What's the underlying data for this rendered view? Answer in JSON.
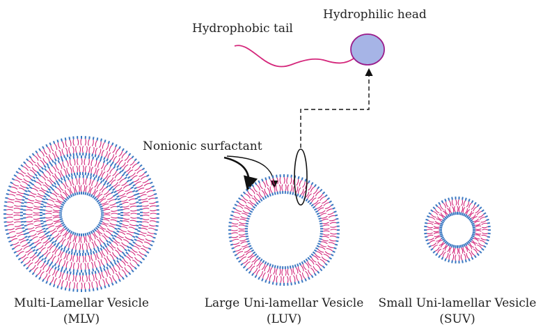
{
  "labels": {
    "hydrophobic_tail": "Hydrophobic tail",
    "hydrophilic_head": "Hydrophilic head",
    "nonionic_surfactant": "Nonionic surfactant"
  },
  "vesicles": [
    {
      "name": "Multi-Lamellar Vesicle",
      "abbr": "(MLV)"
    },
    {
      "name": "Large Uni-lamellar Vesicle",
      "abbr": "(LUV)"
    },
    {
      "name": "Small Uni-lamellar Vesicle",
      "abbr": "(SUV)"
    }
  ],
  "colors": {
    "tail": "#d4257a",
    "head": "#3a78c2",
    "head_fill": "#a6b4e6",
    "head_stroke": "#9a1c8a",
    "ink": "#111111"
  }
}
